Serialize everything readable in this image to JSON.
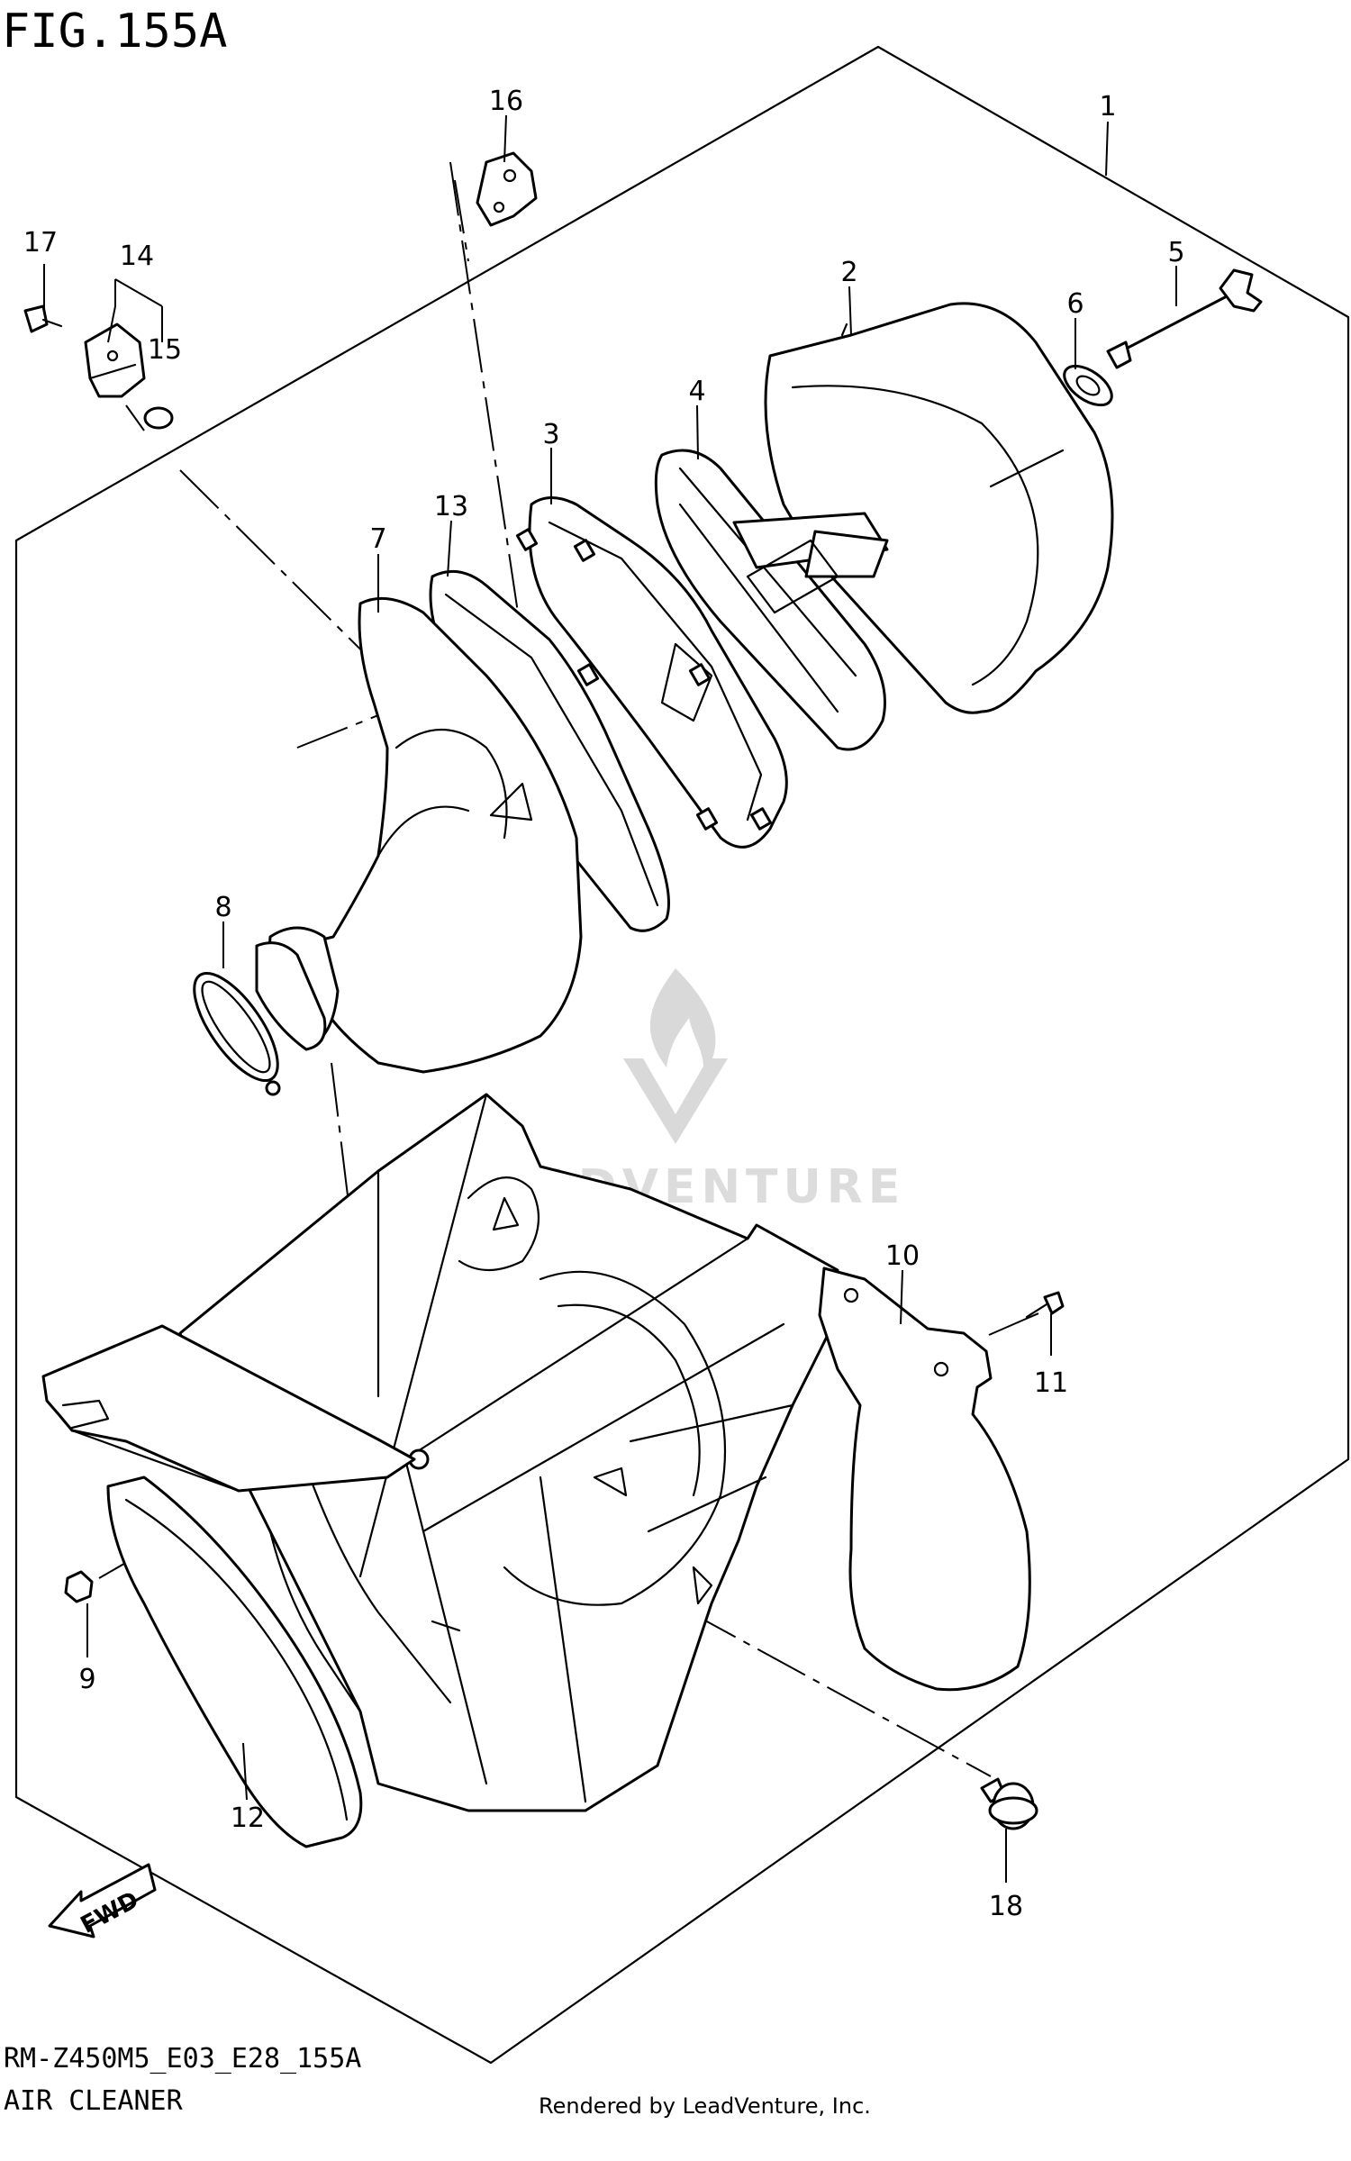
{
  "figure_title": "FIG.155A",
  "diagram_code": "RM-Z450M5_E03_E28_155A",
  "section_name": "AIR CLEANER",
  "credit": "Rendered by LeadVenture, Inc.",
  "watermark": "LEADVENTURE",
  "fwd_label": "FWD",
  "callouts": {
    "c1": "1",
    "c2": "2",
    "c3": "3",
    "c4": "4",
    "c5": "5",
    "c6": "6",
    "c7": "7",
    "c8": "8",
    "c9": "9",
    "c10": "10",
    "c11": "11",
    "c12": "12",
    "c13": "13",
    "c14": "14",
    "c15": "15",
    "c16": "16",
    "c17": "17",
    "c18": "18"
  },
  "colors": {
    "line": "#000000",
    "background": "#ffffff",
    "watermark": "#d9d9d9"
  }
}
